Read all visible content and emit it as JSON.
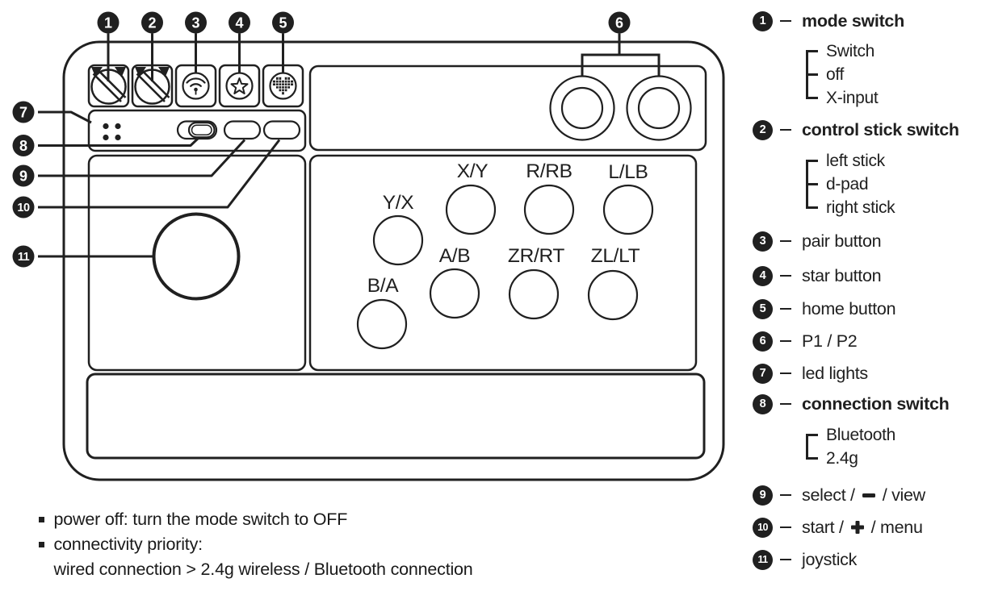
{
  "colors": {
    "ink": "#202020",
    "background": "#ffffff"
  },
  "diagram": {
    "callouts": [
      "1",
      "2",
      "3",
      "4",
      "5",
      "6",
      "7",
      "8",
      "9",
      "10",
      "11"
    ],
    "buttons": [
      "Y/X",
      "X/Y",
      "R/RB",
      "L/LB",
      "B/A",
      "A/B",
      "ZR/RT",
      "ZL/LT"
    ],
    "icons": [
      "mode-dial-icon",
      "stick-dial-icon",
      "wifi-icon",
      "star-icon",
      "pixel-heart-icon",
      "led-dots",
      "toggle-switch",
      "select-pill",
      "start-pill",
      "p1-ring",
      "p2-ring",
      "joystick-circle"
    ]
  },
  "legend": {
    "items": [
      {
        "num": "1",
        "label": "mode switch",
        "bold": true,
        "subs": [
          "Switch",
          "off",
          "X-input"
        ]
      },
      {
        "num": "2",
        "label": "control stick switch",
        "bold": true,
        "subs": [
          "left stick",
          "d-pad",
          "right stick"
        ]
      },
      {
        "num": "3",
        "label": "pair button"
      },
      {
        "num": "4",
        "label": "star button"
      },
      {
        "num": "5",
        "label": "home button"
      },
      {
        "num": "6",
        "label": "P1 / P2"
      },
      {
        "num": "7",
        "label": "led lights"
      },
      {
        "num": "8",
        "label": "connection switch",
        "bold": true,
        "subs": [
          "Bluetooth",
          "2.4g"
        ]
      },
      {
        "num": "9",
        "label_pre": "select /",
        "glyph": "minus",
        "label_post": "/ view"
      },
      {
        "num": "10",
        "label_pre": "start /",
        "glyph": "plus",
        "label_post": "/ menu"
      },
      {
        "num": "11",
        "label": "joystick"
      }
    ]
  },
  "footer": {
    "bullets": [
      "power off: turn the mode switch to OFF",
      "connectivity priority:"
    ],
    "continuation": "wired connection > 2.4g wireless / Bluetooth connection"
  }
}
